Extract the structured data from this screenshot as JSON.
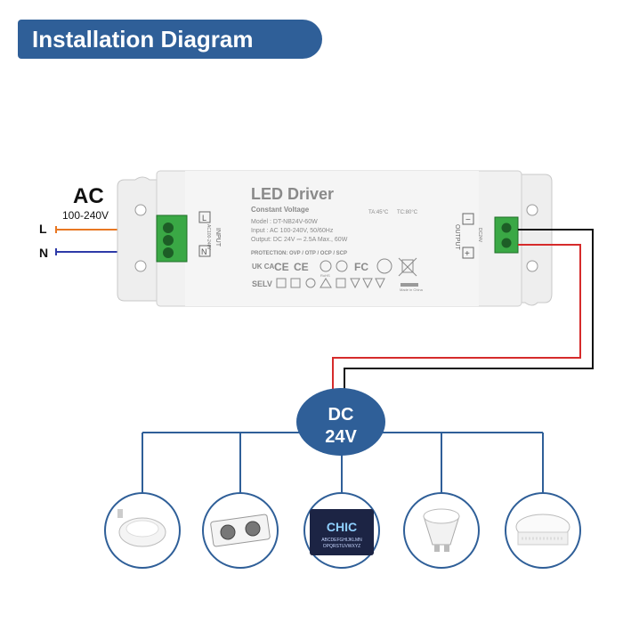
{
  "header": {
    "title": "Installation Diagram"
  },
  "ac": {
    "label": "AC",
    "range": "100-240V",
    "live": "L",
    "neutral": "N"
  },
  "driver": {
    "title": "LED Driver",
    "subtitle": "Constant Voltage",
    "ta": "TA:45°C",
    "tc": "TC:80°C",
    "model": "Model  : DT-NB24V-60W",
    "input": "Input   : AC 100-240V,  50/60Hz",
    "output": "Output: DC 24V ⎓ 2.5A Max., 60W",
    "protection": "PROTECTION: OVP / OTP / OCP / SCP",
    "marks_row1": [
      "UK CA",
      "CE",
      "CE",
      "RoHS",
      "FC"
    ],
    "marks_row2": [
      "SELV"
    ],
    "made_in": "Made in China",
    "input_side_label": "INPUT",
    "input_small": "AC100-240V",
    "output_side_label": "OUTPUT",
    "output_small": "DC24V",
    "term_in_top": "L",
    "term_in_bottom": "N",
    "term_out_top": "−",
    "term_out_bottom": "+"
  },
  "dc": {
    "line1": "DC",
    "line2": "24V"
  },
  "loads": {
    "sign_text": "CHIC",
    "sign_letters_1": "ABCDEFGHIJKLMN",
    "sign_letters_2": "OPQRSTUVWXYZ"
  },
  "colors": {
    "accent": "#2f5f98",
    "live_wire": "#e87722",
    "neutral_wire": "#2e3aa8",
    "positive_wire": "#d62b2b",
    "negative_wire": "#111111",
    "driver_body": "#f1f1f1"
  }
}
